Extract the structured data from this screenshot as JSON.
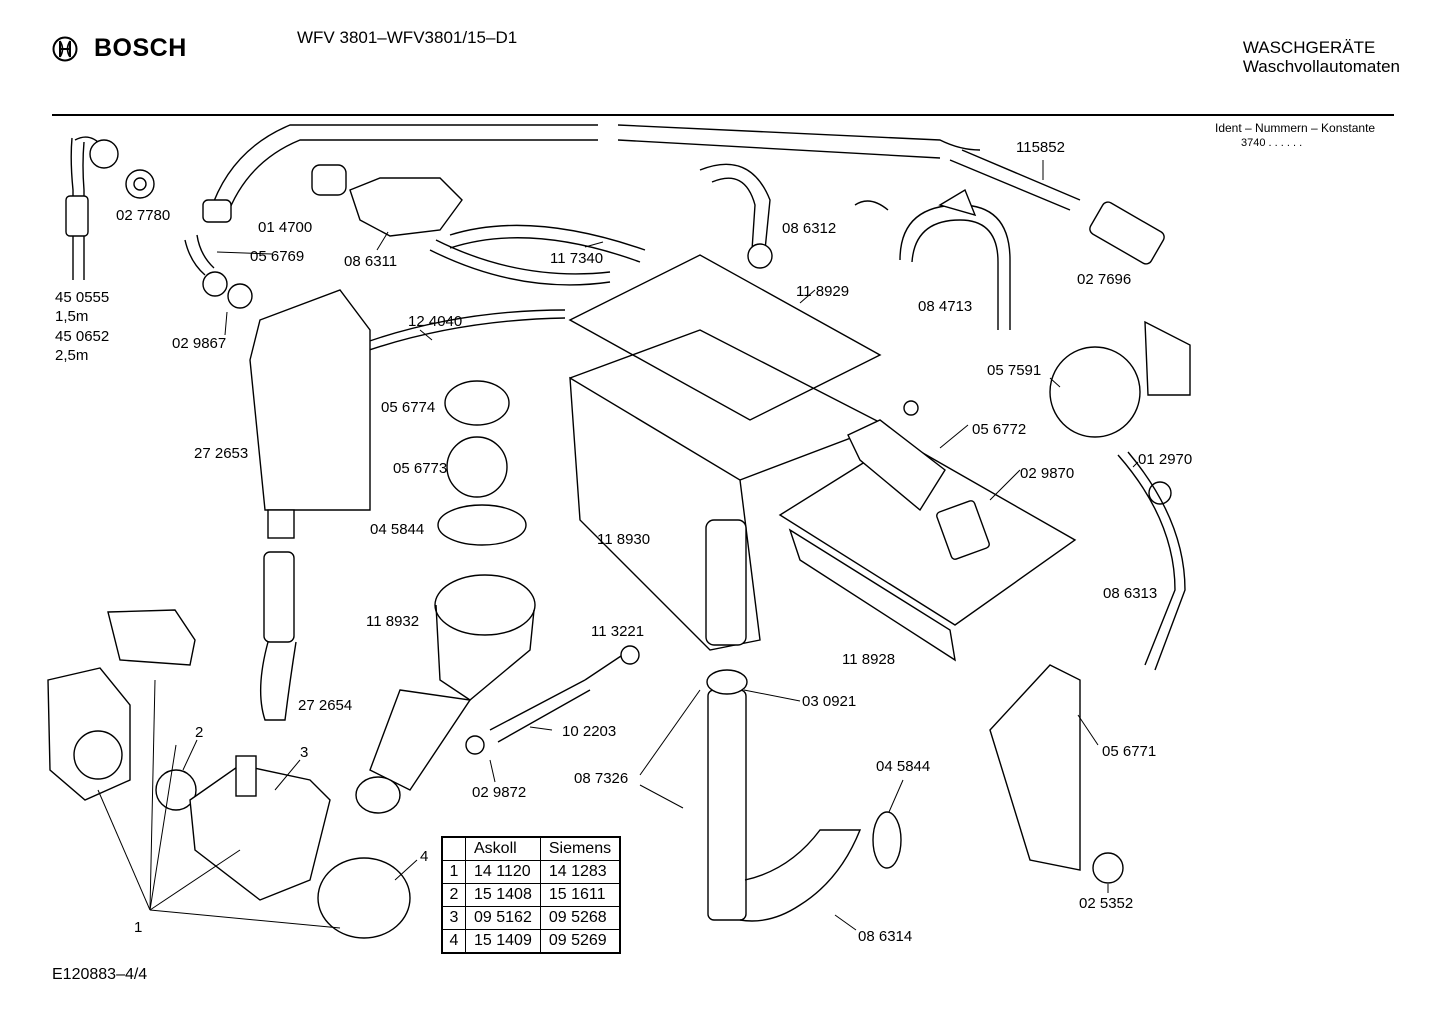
{
  "header": {
    "brand": "BOSCH",
    "model": "WFV 3801–WFV3801/15–D1",
    "category_line1": "WASCHGERÄTE",
    "category_line2": "Waschvollautomaten",
    "ident_title": "Ident – Nummern – Konstante",
    "ident_code": "3740  .  .  .  .  .  ."
  },
  "footer": {
    "drawing_number": "E120883–4/4"
  },
  "labels": {
    "p027780": "02 7780",
    "p450555": "45 0555",
    "len1": "1,5m",
    "p450652": "45 0652",
    "len2": "2,5m",
    "p014700": "01 4700",
    "p056769": "05 6769",
    "p086311": "08 6311",
    "p029867": "02 9867",
    "p117340": "11 7340",
    "p124040": "12 4040",
    "p086312": "08 6312",
    "p115852": "115852",
    "p118929": "11 8929",
    "p084713": "08 4713",
    "p027696": "02 7696",
    "p057591": "05 7591",
    "p056774": "05 6774",
    "p056773": "05 6773",
    "p056772": "05 6772",
    "p272653": "27 2653",
    "p029870": "02 9870",
    "p012970": "01 2970",
    "p045844a": "04 5844",
    "p118930": "11 8930",
    "p118932": "11 8932",
    "p113221": "11 3221",
    "p086313": "08 6313",
    "p118928": "11 8928",
    "p272654": "27 2654",
    "p030921": "03 0921",
    "p102203": "10 2203",
    "p029872": "02 9872",
    "p087326": "08 7326",
    "p045844b": "04 5844",
    "p056771": "05 6771",
    "p025352": "02 5352",
    "p086314": "08 6314",
    "n1": "1",
    "n2": "2",
    "n3": "3",
    "n4": "4"
  },
  "variant_table": {
    "headers": [
      "",
      "Askoll",
      "Siemens"
    ],
    "rows": [
      [
        "1",
        "14 1120",
        "14 1283"
      ],
      [
        "2",
        "15 1408",
        "15 1611"
      ],
      [
        "3",
        "09 5162",
        "09 5268"
      ],
      [
        "4",
        "15 1409",
        "09 5269"
      ]
    ]
  },
  "icons": [
    "bosch-logo-icon"
  ],
  "colors": {
    "ink": "#000000",
    "paper": "#ffffff"
  }
}
